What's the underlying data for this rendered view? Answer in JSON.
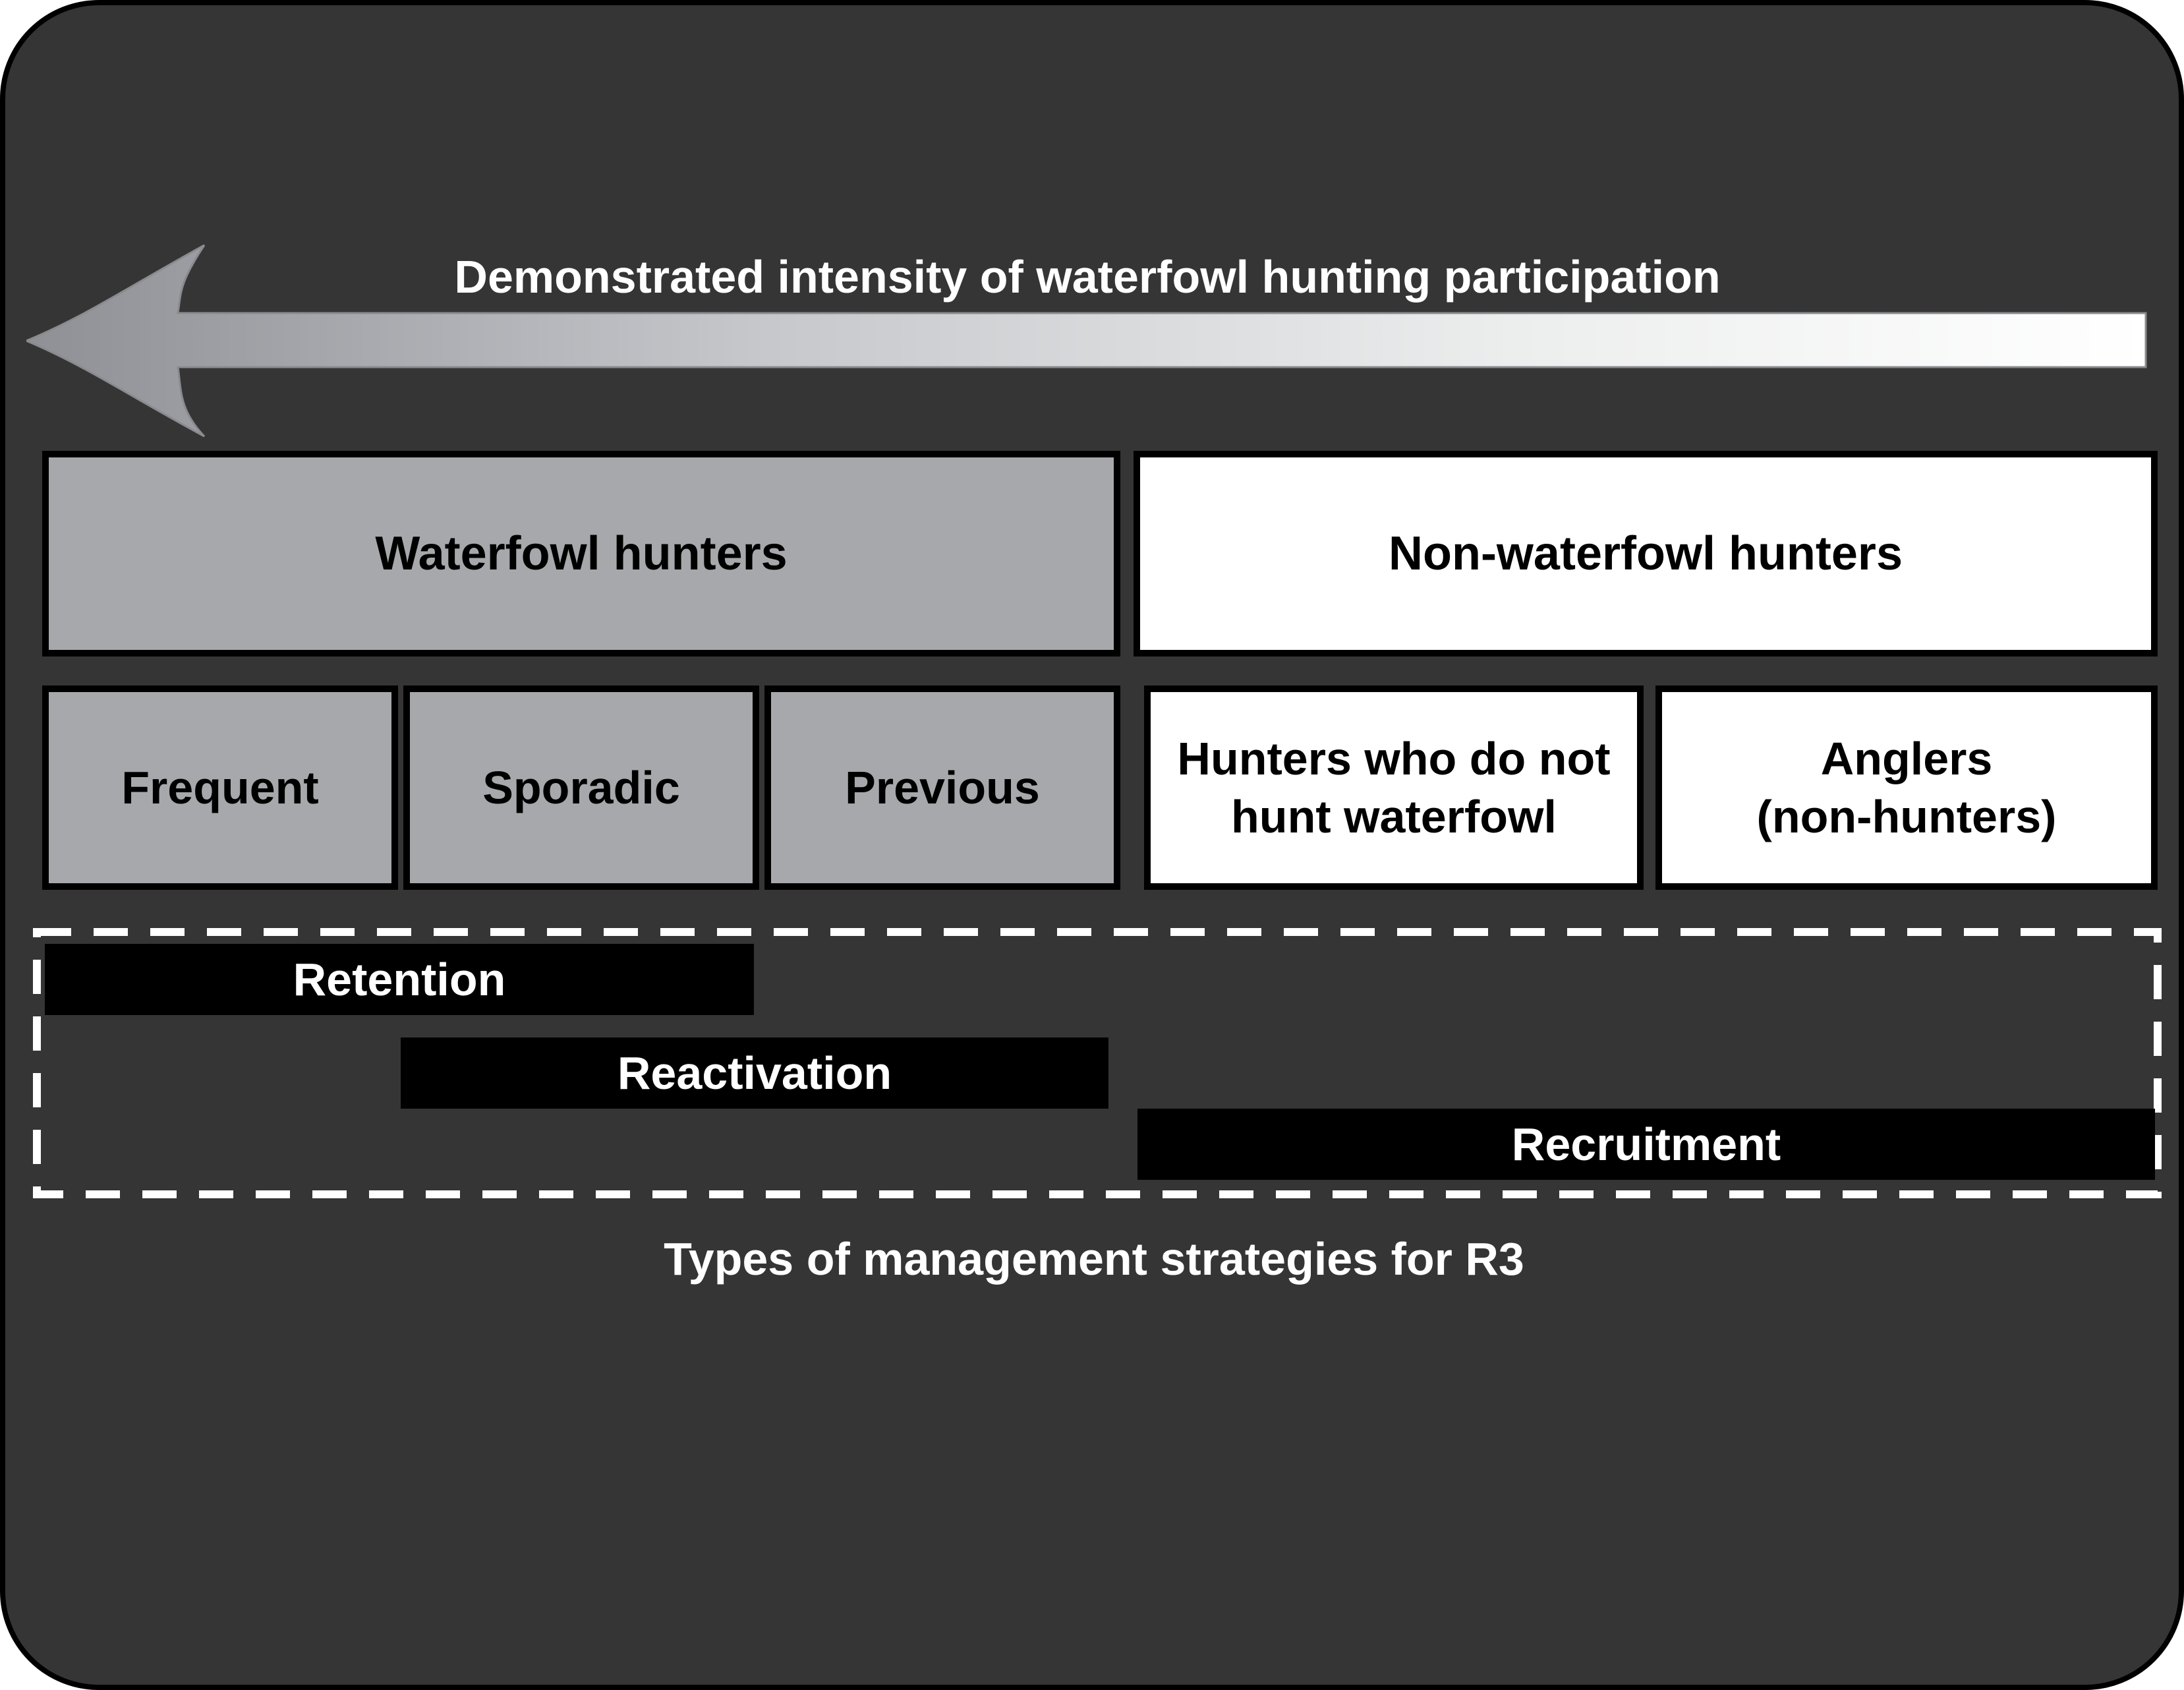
{
  "arrow": {
    "title": "Demonstrated intensity of waterfowl hunting participation",
    "direction": "left"
  },
  "groups": {
    "waterfowl": "Waterfowl hunters",
    "non_waterfowl": "Non-waterfowl hunters"
  },
  "subgroups": {
    "frequent": "Frequent",
    "sporadic": "Sporadic",
    "previous": "Previous",
    "non_wf_line1": "Hunters who do not",
    "non_wf_line2": "hunt waterfowl",
    "anglers_line1": "Anglers",
    "anglers_line2": "(non-hunters)"
  },
  "strategies": {
    "retention": "Retention",
    "reactivation": "Reactivation",
    "recruitment": "Recruitment"
  },
  "caption": "Types of management strategies for R3",
  "colors": {
    "background": "#353535",
    "grey_fill": "#a7a8ab",
    "white_fill": "#ffffff",
    "bar_fill": "#000000",
    "text_light": "#ffffff",
    "text_dark": "#000000"
  }
}
